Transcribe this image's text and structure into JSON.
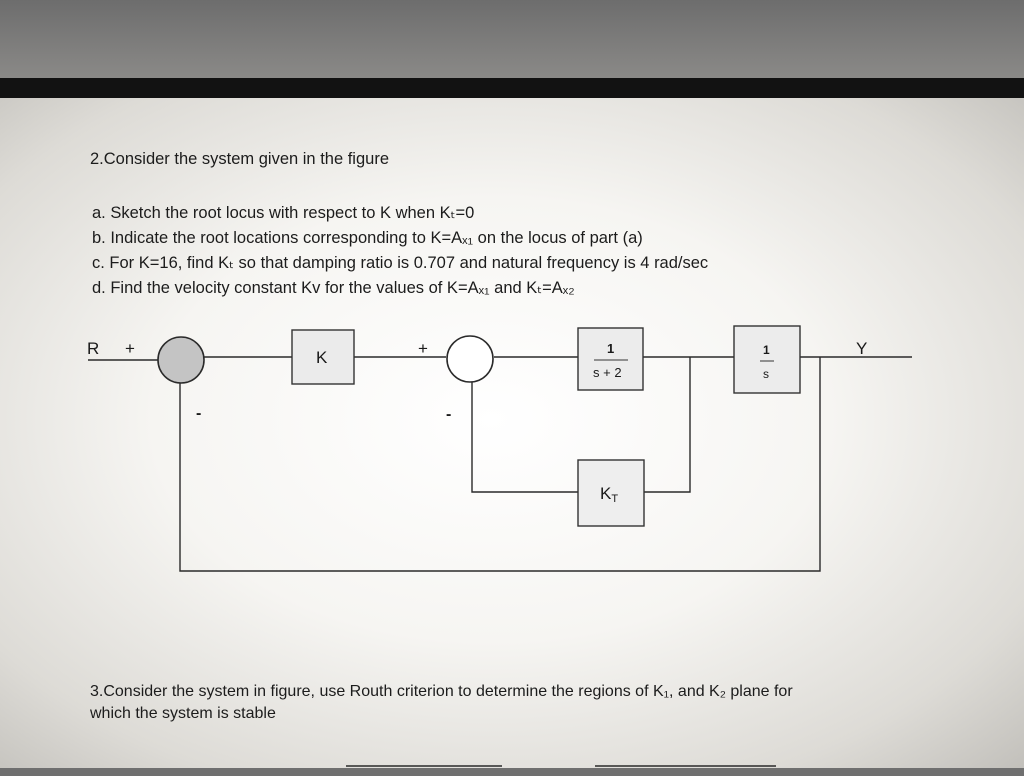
{
  "question2": {
    "title": "2.Consider the system given in the figure",
    "items": [
      "a. Sketch the root locus with respect to K when Kₜ=0",
      "b. Indicate the root locations corresponding to K=Aₓ₁ on the locus of part (a)",
      "c. For K=16, find Kₜ so that damping ratio is 0.707 and natural frequency is 4 rad/sec",
      "d. Find the velocity constant Kv for the values of K=Aₓ₁ and Kₜ=Aₓ₂"
    ]
  },
  "diagram": {
    "input_label": "R",
    "plus_1": "+",
    "minus_1": "-",
    "plus_2": "+",
    "minus_2": "-",
    "block_k": "K",
    "block_g1_num": "1",
    "block_g1_den": "s + 2",
    "block_int_num": "1",
    "block_int_den": "s",
    "block_kt": "K",
    "block_kt_sub": "T",
    "output_label": "Y"
  },
  "question3": {
    "line1": "3.Consider the system in figure, use Routh criterion to determine the regions of K₁, and K₂ plane for",
    "line2": "which the system is stable"
  }
}
